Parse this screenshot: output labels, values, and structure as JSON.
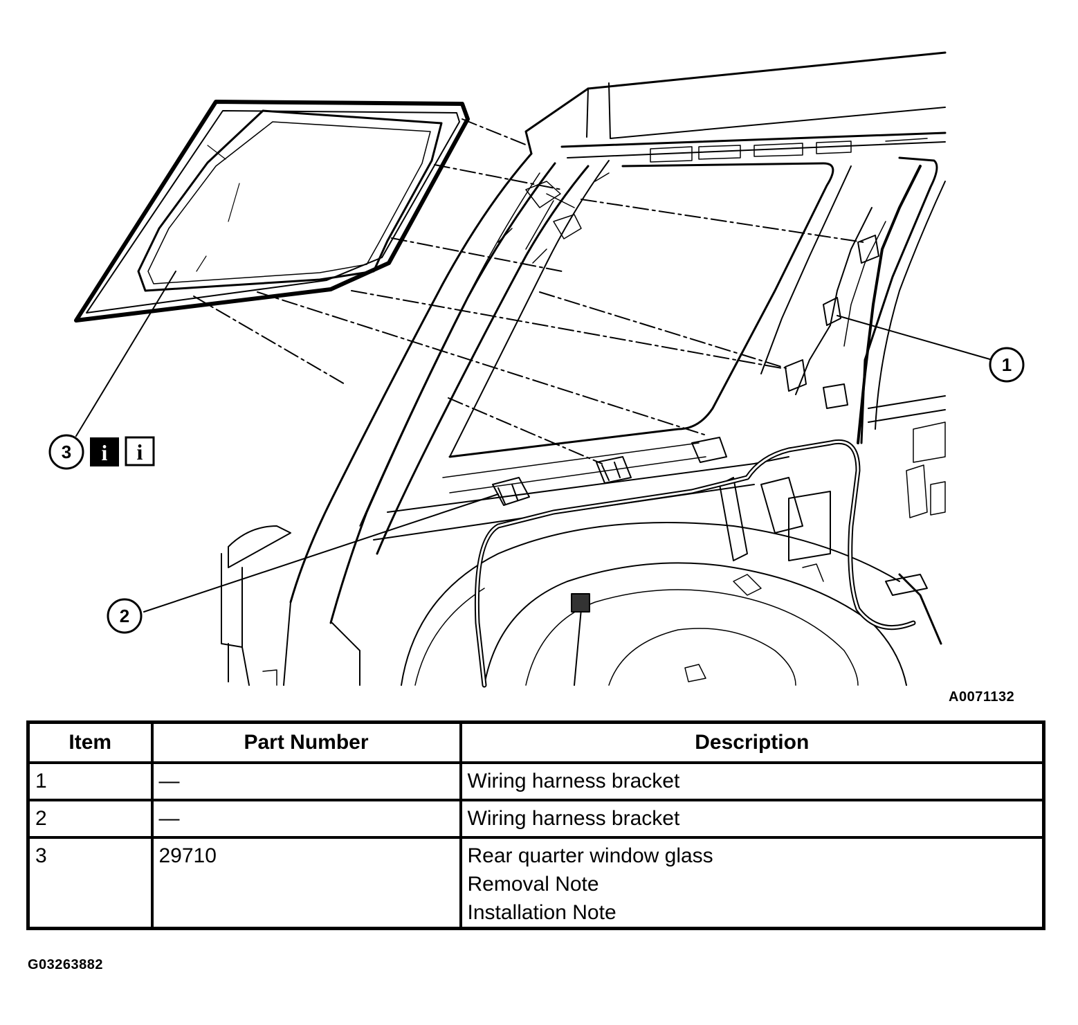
{
  "figure_code": "A0071132",
  "graphic_code": "G03263882",
  "callouts": {
    "item1": "1",
    "item2": "2",
    "item3": "3",
    "info_icon_glyph": "i"
  },
  "icons": {
    "removal_note": "info-icon-filled",
    "installation_note": "info-icon-outline"
  },
  "table": {
    "headers": [
      "Item",
      "Part Number",
      "Description"
    ],
    "rows": [
      {
        "item": "1",
        "part_number": "—",
        "description": [
          "Wiring harness bracket"
        ]
      },
      {
        "item": "2",
        "part_number": "—",
        "description": [
          "Wiring harness bracket"
        ]
      },
      {
        "item": "3",
        "part_number": "29710",
        "description": [
          "Rear quarter window glass",
          "Removal Note",
          "Installation Note"
        ]
      }
    ]
  }
}
